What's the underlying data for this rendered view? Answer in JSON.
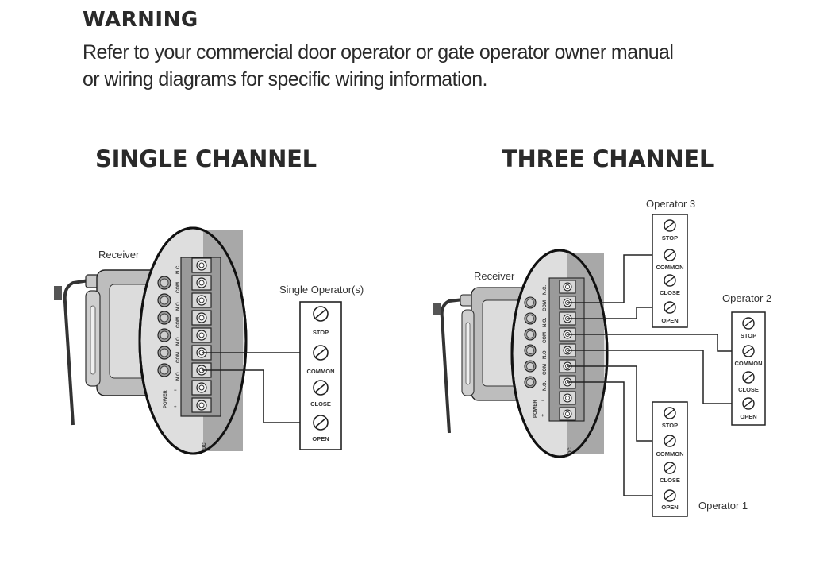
{
  "warning": {
    "title": "WARNING",
    "line1": "Refer to your commercial door operator or gate operator owner manual",
    "line2": "or wiring diagrams for specific wiring information."
  },
  "single": {
    "heading": "SINGLE CHANNEL",
    "receiver_label": "Receiver",
    "operator_label": "Single Operator(s)"
  },
  "three": {
    "heading": "THREE CHANNEL",
    "receiver_label": "Receiver",
    "operator3_label": "Operator 3",
    "operator2_label": "Operator 2",
    "operator1_label": "Operator 1"
  },
  "terminal_labels": [
    "STOP",
    "COMMON",
    "CLOSE",
    "OPEN"
  ],
  "receiver_pins": {
    "nc": "N.C.",
    "com": "COM",
    "no": "N.O.",
    "power": "POWER",
    "minus": "−",
    "plus": "+",
    "dc": "DC"
  }
}
